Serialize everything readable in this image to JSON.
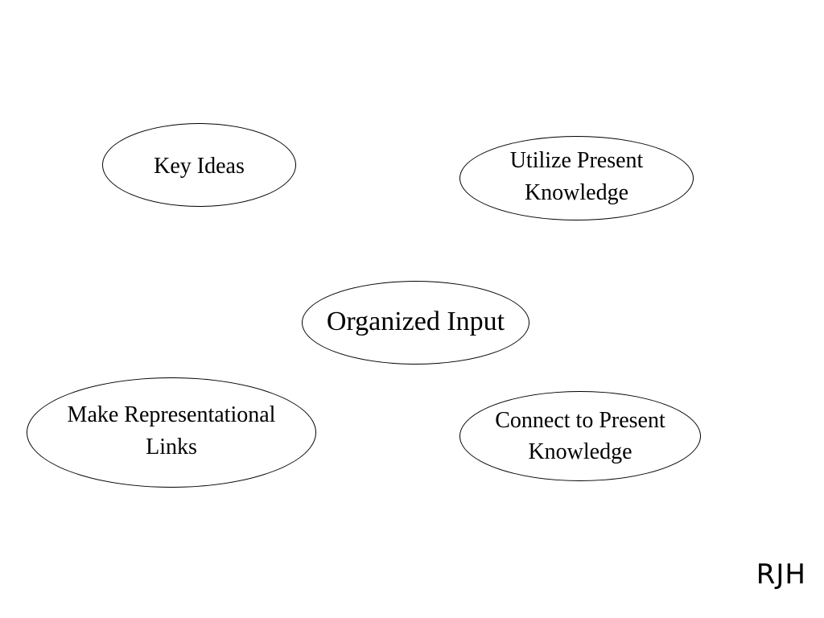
{
  "diagram": {
    "nodes": [
      {
        "id": "key-ideas",
        "label": "Key Ideas"
      },
      {
        "id": "utilize",
        "label": "Utilize Present\nKnowledge"
      },
      {
        "id": "center",
        "label": "Organized Input"
      },
      {
        "id": "links",
        "label": "Make Representational\nLinks"
      },
      {
        "id": "connect",
        "label": "Connect to Present\nKnowledge"
      }
    ]
  },
  "signature": "RJH"
}
